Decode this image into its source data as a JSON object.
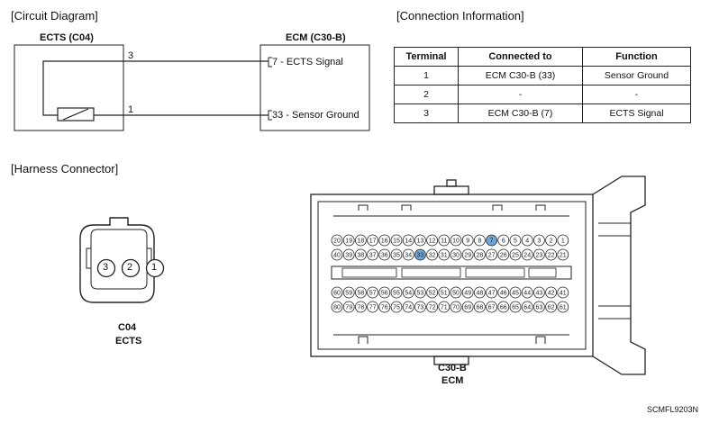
{
  "circuit": {
    "header": "[Circuit Diagram]",
    "left_component": "ECTS (C04)",
    "right_component": "ECM (C30-B)",
    "pin_top": "3",
    "pin_bottom": "1",
    "ecm_pin1": "7 - ECTS Signal",
    "ecm_pin2": "33 - Sensor Ground"
  },
  "connection": {
    "header": "[Connection Information]",
    "columns": [
      "Terminal",
      "Connected to",
      "Function"
    ],
    "rows": [
      [
        "1",
        "ECM C30-B (33)",
        "Sensor Ground"
      ],
      [
        "2",
        "-",
        "-"
      ],
      [
        "3",
        "ECM C30-B (7)",
        "ECTS Signal"
      ]
    ]
  },
  "harness": {
    "header": "[Harness Connector]",
    "c04_pins": [
      "3",
      "2",
      "1"
    ],
    "c04_caption_1": "C04",
    "c04_caption_2": "ECTS",
    "ecm_caption_1": "C30-B",
    "ecm_caption_2": "ECM",
    "ecm_row1": [
      "20",
      "19",
      "18",
      "17",
      "16",
      "15",
      "14",
      "13",
      "12",
      "11",
      "10",
      "9",
      "8",
      "7",
      "6",
      "5",
      "4",
      "3",
      "2",
      "1"
    ],
    "ecm_row2": [
      "40",
      "39",
      "38",
      "37",
      "36",
      "35",
      "34",
      "33",
      "32",
      "31",
      "30",
      "29",
      "28",
      "27",
      "26",
      "25",
      "24",
      "23",
      "22",
      "21"
    ],
    "ecm_row3": [
      "60",
      "59",
      "58",
      "57",
      "56",
      "55",
      "54",
      "53",
      "52",
      "51",
      "50",
      "49",
      "48",
      "47",
      "46",
      "45",
      "44",
      "43",
      "42",
      "41"
    ],
    "ecm_row4": [
      "80",
      "79",
      "78",
      "77",
      "76",
      "75",
      "74",
      "73",
      "72",
      "71",
      "70",
      "69",
      "68",
      "67",
      "66",
      "65",
      "64",
      "63",
      "62",
      "61"
    ],
    "highlighted_pins": [
      "7",
      "33"
    ],
    "highlight_color": "#6fa8d6"
  },
  "footer_code": "SCMFL9203N"
}
